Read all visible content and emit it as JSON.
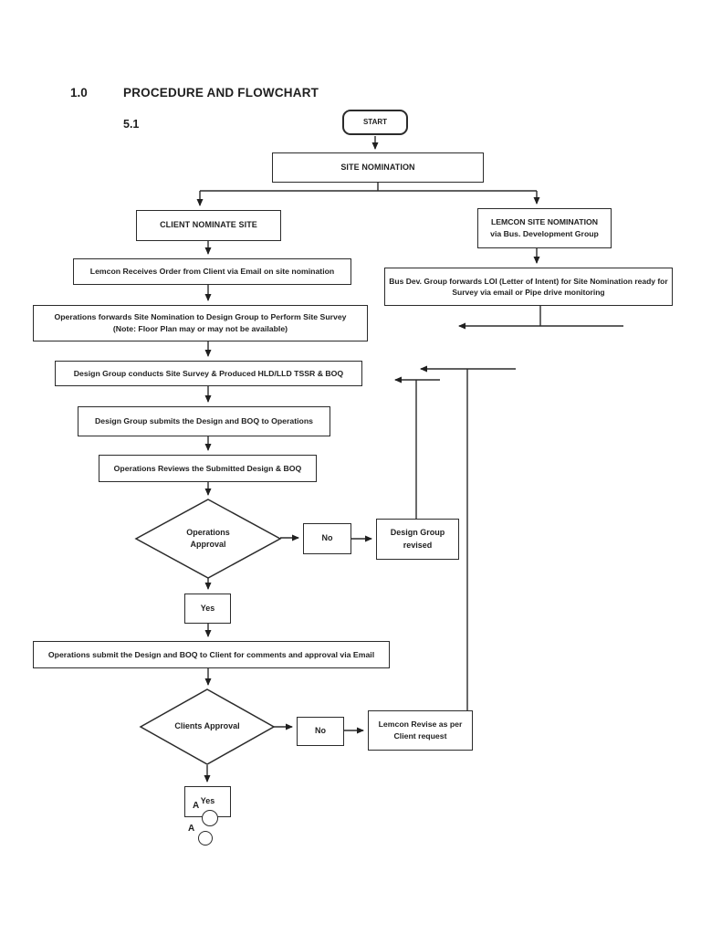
{
  "page": {
    "heading_number": "1.0",
    "heading_title": "PROCEDURE AND FLOWCHART",
    "section_number": "5.1"
  },
  "colors": {
    "ink": "#1f1f1f",
    "line": "#2b2b2b",
    "background": "#ffffff"
  },
  "flowchart": {
    "nodes": {
      "start": {
        "label": "START"
      },
      "site_nomination": {
        "label": "SITE NOMINATION"
      },
      "client_nominate": {
        "label": "CLIENT NOMINATE SITE"
      },
      "lemcon_nomination": {
        "line1": "LEMCON SITE NOMINATION",
        "line2": "via Bus. Development Group"
      },
      "lemcon_receives": {
        "label": "Lemcon Receives Order from Client via Email on site nomination"
      },
      "busdev_forwards": {
        "label": "Bus Dev. Group forwards LOI (Letter of Intent) for Site Nomination ready for Survey via email or Pipe drive monitoring"
      },
      "ops_forwards": {
        "line1": "Operations forwards Site Nomination to Design Group to Perform Site Survey",
        "line2": "(Note: Floor Plan may or may not be available)"
      },
      "dg_conducts": {
        "label": "Design Group conducts Site Survey & Produced HLD/LLD TSSR & BOQ"
      },
      "dg_submits": {
        "label": "Design Group submits the Design and BOQ to Operations"
      },
      "ops_reviews": {
        "label": "Operations Reviews the Submitted Design & BOQ"
      },
      "ops_approval": {
        "line1": "Operations",
        "line2": "Approval"
      },
      "no_operations": {
        "label": "No"
      },
      "dg_revised": {
        "label": "Design Group revised"
      },
      "yes_operations": {
        "label": "Yes"
      },
      "ops_submit": {
        "label": "Operations submit the Design and BOQ to Client for comments and approval via Email"
      },
      "clients_approval": {
        "label": "Clients Approval"
      },
      "no_clients": {
        "label": "No"
      },
      "lemcon_revise": {
        "line1": "Lemcon Revise as per",
        "line2": "Client request"
      },
      "yes_clients": {
        "label": "Yes"
      },
      "connector_a_top": {
        "label": "A"
      },
      "connector_a_bottom": {
        "label": "A"
      }
    }
  }
}
